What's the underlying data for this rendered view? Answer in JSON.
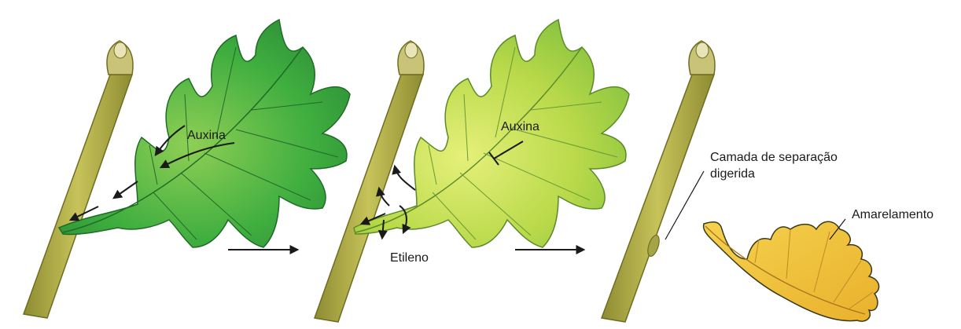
{
  "panels": [
    {
      "label_auxin": "Auxina"
    },
    {
      "label_auxin": "Auxina",
      "label_ethylene": "Etileno"
    },
    {
      "label_separation_line1": "Camada de separação",
      "label_separation_line2": "digerida",
      "label_yellowing": "Amarelamento"
    }
  ],
  "colors": {
    "leaf_green": "#3fae3f",
    "leaf_green_dark": "#2a8a35",
    "leaf_yellowgreen": "#b9d94a",
    "leaf_yellow": "#f0c23a",
    "stem": "#b7b84a",
    "stem_shadow": "#8d8c32",
    "arrow": "#1a1a1a"
  }
}
